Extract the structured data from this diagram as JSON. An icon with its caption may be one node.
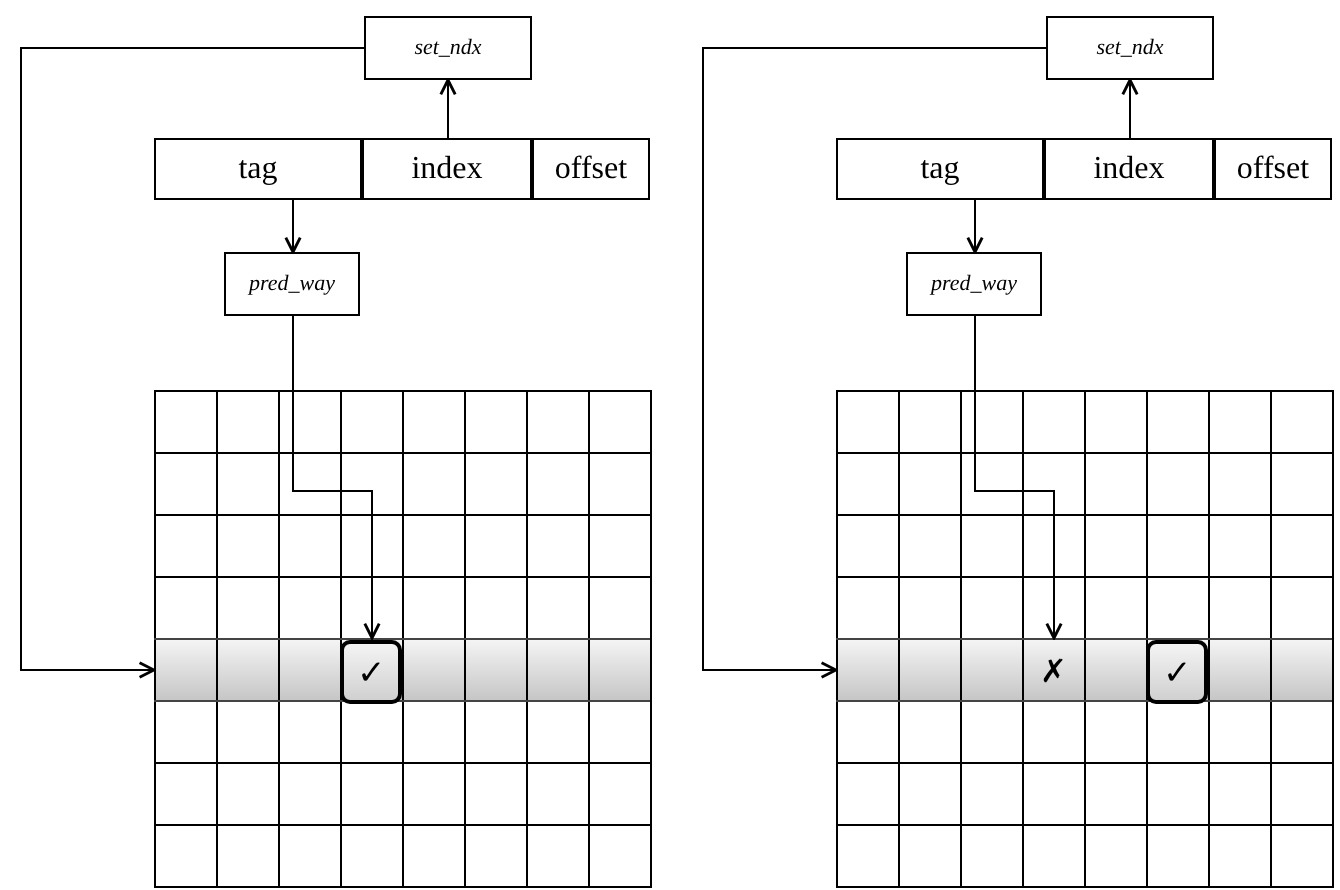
{
  "diagram": {
    "nodes": [
      {
        "text": [
          "set_ndx"
        ]
      },
      {
        "text": [
          "tag"
        ]
      },
      {
        "text": [
          "index"
        ]
      },
      {
        "text": [
          "offset"
        ]
      },
      {
        "text": [
          "pred_way"
        ]
      },
      {
        "text": [],
        "shape": "bar"
      },
      {
        "text": [
          "✓"
        ],
        "in": 5
      },
      {
        "text": [
          "set_ndx"
        ]
      },
      {
        "text": [
          "tag"
        ]
      },
      {
        "text": [
          "index"
        ]
      },
      {
        "text": [
          "offset"
        ]
      },
      {
        "text": [
          "pred_way"
        ]
      },
      {
        "text": [],
        "shape": "bar"
      },
      {
        "text": [
          "✗"
        ],
        "in": 12
      },
      {
        "text": [
          "✓"
        ],
        "in": 12
      }
    ],
    "edges": [
      {
        "from": 2,
        "to": 0,
        "arrow": "to"
      },
      {
        "from": 0,
        "to": 5,
        "arrow": "to"
      },
      {
        "from": 1,
        "to": 4,
        "arrow": "to"
      },
      {
        "from": 4,
        "to": 6,
        "arrow": "to"
      },
      {
        "from": 9,
        "to": 7,
        "arrow": "to"
      },
      {
        "from": 7,
        "to": 12,
        "arrow": "to"
      },
      {
        "from": 8,
        "to": 11,
        "arrow": "to"
      },
      {
        "from": 11,
        "to": 13,
        "arrow": "to"
      }
    ]
  }
}
